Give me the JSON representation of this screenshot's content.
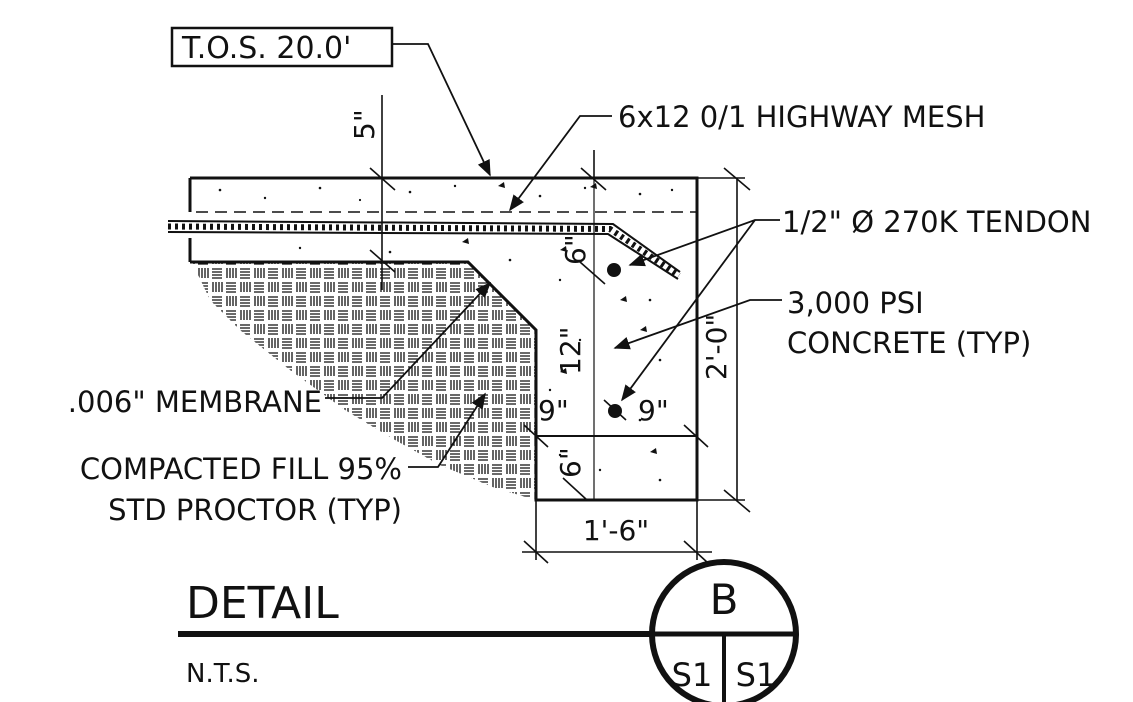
{
  "labels": {
    "tos": "T.O.S. 20.0'",
    "mesh": "6x12 0/1 HIGHWAY MESH",
    "tendon": "1/2\" Ø 270K TENDON",
    "concrete_line1": "3,000 PSI",
    "concrete_line2": "CONCRETE (TYP)",
    "membrane": ".006\" MEMBRANE",
    "fill_line1": "COMPACTED FILL 95%",
    "fill_line2": "STD PROCTOR (TYP)"
  },
  "dimensions": {
    "slab": "5\"",
    "tendon_top_cover": "6\"",
    "vertical_mid": "12\"",
    "tendon_left": "9\"",
    "tendon_right": "9\"",
    "bottom_section": "6\"",
    "overall_depth": "2'-0\"",
    "width": "1'-6\""
  },
  "title_block": {
    "title": "DETAIL",
    "scale": "N.T.S.",
    "detail_letter": "B",
    "sheet_left": "S1",
    "sheet_right": "S1"
  },
  "colors": {
    "ink": "#111111",
    "paper": "#ffffff"
  }
}
